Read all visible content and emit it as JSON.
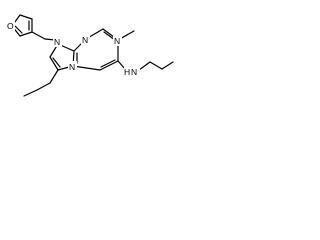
{
  "molecule": {
    "atoms": {
      "furan_oxygen": "O",
      "n9": "N",
      "n3": "N",
      "n1": "N",
      "n7": "N",
      "amine": "N",
      "amine_h": "H"
    }
  }
}
